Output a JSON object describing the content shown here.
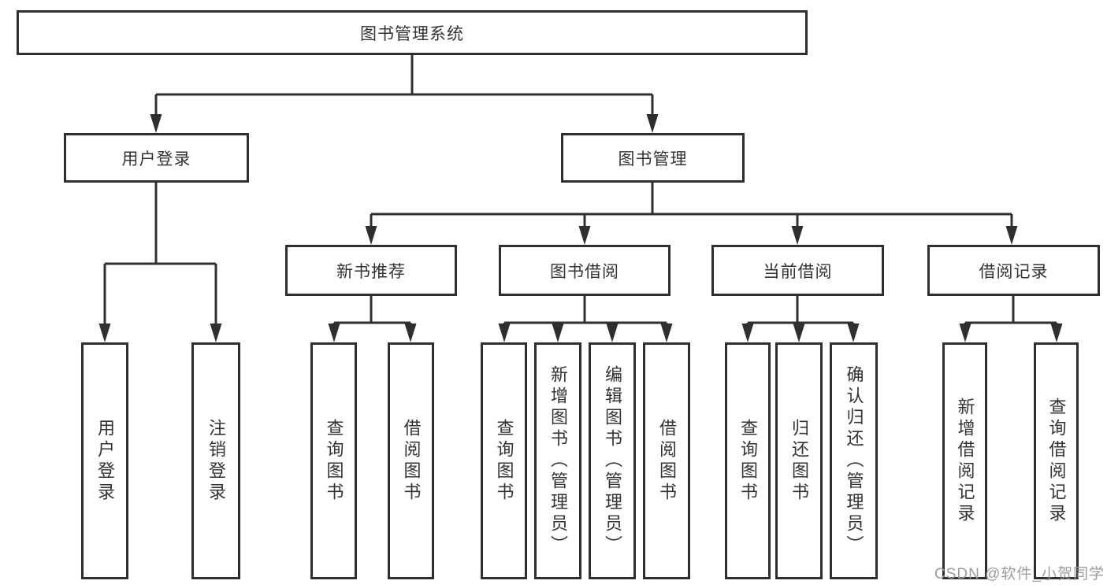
{
  "diagram": {
    "root": {
      "label": "图书管理系统"
    },
    "user_login": {
      "label": "用户登录",
      "children": [
        {
          "label": "用户登录"
        },
        {
          "label": "注销登录"
        }
      ]
    },
    "book_management": {
      "label": "图书管理",
      "modules": [
        {
          "label": "新书推荐",
          "children": [
            {
              "label": "查询图书"
            },
            {
              "label": "借阅图书"
            }
          ]
        },
        {
          "label": "图书借阅",
          "children": [
            {
              "label": "查询图书"
            },
            {
              "label": "新增图书（管理员）"
            },
            {
              "label": "编辑图书（管理员）"
            },
            {
              "label": "借阅图书"
            }
          ]
        },
        {
          "label": "当前借阅",
          "children": [
            {
              "label": "查询图书"
            },
            {
              "label": "归还图书"
            },
            {
              "label": "确认归还（管理员）"
            }
          ]
        },
        {
          "label": "借阅记录",
          "children": [
            {
              "label": "新增借阅记录"
            },
            {
              "label": "查询借阅记录"
            }
          ]
        }
      ]
    }
  },
  "watermark": {
    "text": "CSDN @软件_小贺同学"
  },
  "colors": {
    "line": "#2f2f2f",
    "text": "#333333",
    "box_background": "#ffffff",
    "watermark": "#9c9c9c",
    "background": "#ffffff"
  }
}
